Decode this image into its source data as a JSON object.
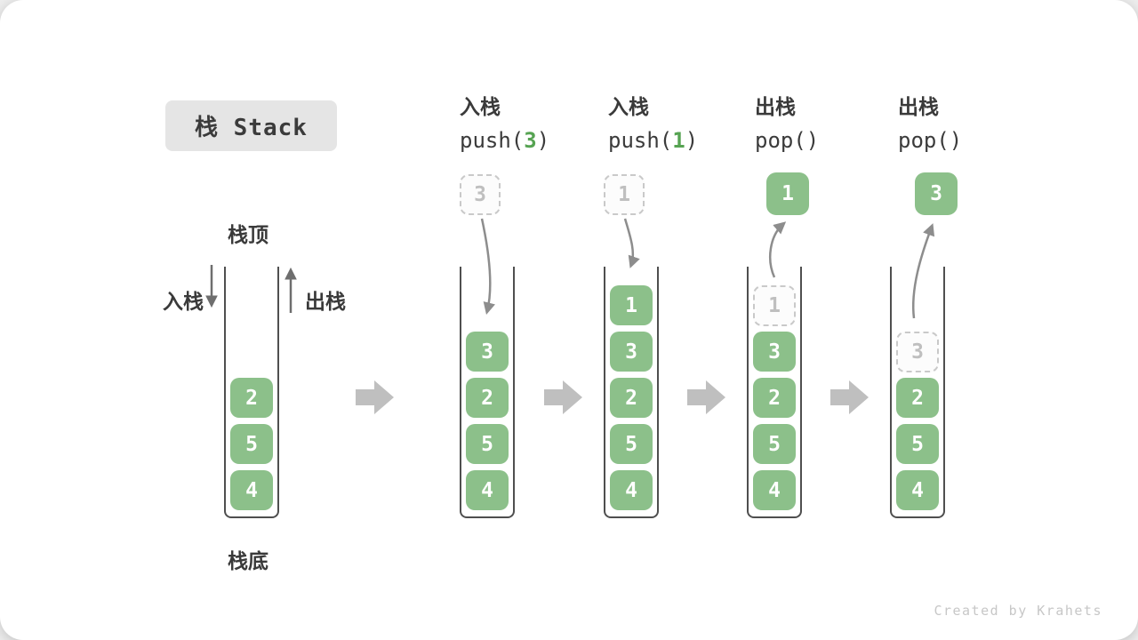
{
  "title": "栈 Stack",
  "footer": "Created by Krahets",
  "side_labels": {
    "top": "栈顶",
    "bottom": "栈底",
    "push": "入栈",
    "pop": "出栈"
  },
  "initial_stack": {
    "cells": [
      "2",
      "5",
      "4"
    ]
  },
  "columns": [
    {
      "op": "入栈",
      "code_prefix": "push(",
      "code_arg": "3",
      "code_suffix": ")",
      "incoming": "3",
      "cells": [
        "3",
        "2",
        "5",
        "4"
      ]
    },
    {
      "op": "入栈",
      "code_prefix": "push(",
      "code_arg": "1",
      "code_suffix": ")",
      "incoming": "1",
      "cells": [
        "1",
        "3",
        "2",
        "5",
        "4"
      ]
    },
    {
      "op": "出栈",
      "code_prefix": "pop()",
      "code_arg": "",
      "code_suffix": "",
      "popped": "1",
      "ghost": "1",
      "cells": [
        "3",
        "2",
        "5",
        "4"
      ]
    },
    {
      "op": "出栈",
      "code_prefix": "pop()",
      "code_arg": "",
      "code_suffix": "",
      "popped": "3",
      "ghost": "3",
      "cells": [
        "2",
        "5",
        "4"
      ]
    }
  ],
  "colors": {
    "cell_green": "#8cc08a",
    "code_highlight_green": "#56a352",
    "flow_arrow_gray": "#8d8d8d",
    "direction_arrow_gray": "#6e6e6e",
    "block_arrow_gray": "#bfbfbf",
    "badge_gray": "#e5e5e5",
    "text_dark": "#3a3a3a"
  }
}
